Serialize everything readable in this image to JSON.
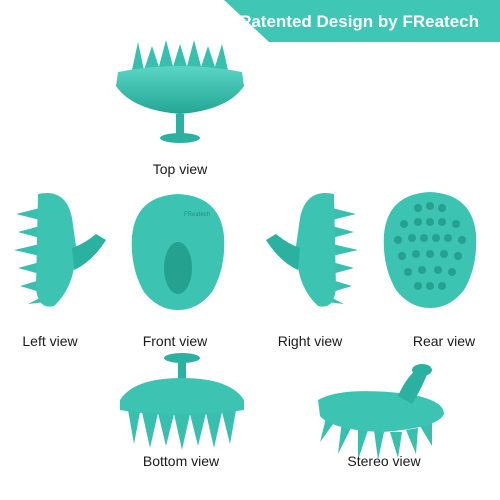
{
  "banner": {
    "title": "Patented Design by FReatech"
  },
  "views": {
    "top": "Top view",
    "left": "Left view",
    "front": "Front view",
    "right": "Right view",
    "rear": "Rear view",
    "bottom": "Bottom view",
    "stereo": "Stereo view"
  },
  "colors": {
    "brush": "#3cc3b2",
    "brush_dark": "#239a8b",
    "banner": "#3fc6b4"
  }
}
